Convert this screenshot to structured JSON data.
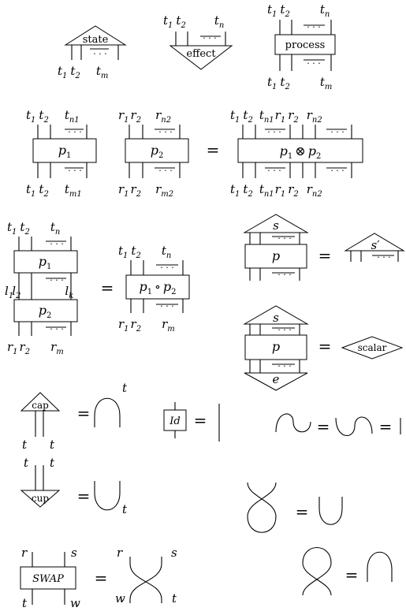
{
  "row1": {
    "state": {
      "label": "state",
      "outs": [
        "t",
        "t",
        "t"
      ],
      "subs": [
        "1",
        "2",
        "m"
      ]
    },
    "effect": {
      "label": "effect",
      "ins": [
        "t",
        "t",
        "t"
      ],
      "subs": [
        "1",
        "2",
        "n"
      ]
    },
    "process": {
      "label": "process",
      "ins": [
        "t",
        "t",
        "t"
      ],
      "in_subs": [
        "1",
        "2",
        "n"
      ],
      "outs": [
        "t",
        "t",
        "t"
      ],
      "out_subs": [
        "1",
        "2",
        "m"
      ]
    }
  },
  "tensor": {
    "p1": "p",
    "p1_sub": "1",
    "p2": "p",
    "p2_sub": "2",
    "otimes": "⊗",
    "eq": "=",
    "dots": "· · ·",
    "p1_top": [
      "t",
      "t",
      "t"
    ],
    "p1_top_subs": [
      "1",
      "2",
      "n1"
    ],
    "p1_bot": [
      "t",
      "t",
      "t"
    ],
    "p1_bot_subs": [
      "1",
      "2",
      "m1"
    ],
    "p2_top": [
      "r",
      "r",
      "r"
    ],
    "p2_top_subs": [
      "1",
      "2",
      "n2"
    ],
    "p2_bot": [
      "r",
      "r",
      "r"
    ],
    "p2_bot_subs": [
      "1",
      "2",
      "m2"
    ],
    "res_top": [
      "t",
      "t",
      "t",
      "r",
      "r",
      "r"
    ],
    "res_top_subs": [
      "1",
      "2",
      "n1",
      "1",
      "2",
      "n2"
    ],
    "res_bot": [
      "t",
      "t",
      "t",
      "r",
      "r",
      "r"
    ],
    "res_bot_subs": [
      "1",
      "2",
      "n1",
      "1",
      "2",
      "n2"
    ]
  },
  "compose": {
    "p1": "p",
    "p1_sub": "1",
    "p2": "p",
    "p2_sub": "2",
    "circ": "∘",
    "top": [
      "t",
      "t",
      "t"
    ],
    "top_subs": [
      "1",
      "2",
      "n"
    ],
    "mid": [
      "l",
      "l",
      "l"
    ],
    "mid_subs": [
      "1",
      "2",
      "k"
    ],
    "bot": [
      "r",
      "r",
      "r"
    ],
    "bot_subs": [
      "1",
      "2",
      "m"
    ],
    "eq": "="
  },
  "state_process": {
    "s": "s",
    "p": "p",
    "s_prime": "s′",
    "eq": "="
  },
  "scalar_eq": {
    "s": "s",
    "p": "p",
    "e": "e",
    "scalar": "scalar",
    "eq": "="
  },
  "cap_eq": {
    "label": "cap",
    "t": "t",
    "eq": "="
  },
  "cup_eq": {
    "label": "cup",
    "t": "t",
    "eq": "="
  },
  "id_eq": {
    "label": "Id",
    "eq": "="
  },
  "snake_eq": {
    "eq1": "=",
    "eq2": "="
  },
  "twist_cup": {
    "eq": "="
  },
  "swap_eq": {
    "label": "SWAP",
    "r": "r",
    "s": "s",
    "t": "t",
    "w": "w",
    "eq": "="
  },
  "twist_cap": {
    "eq": "="
  }
}
